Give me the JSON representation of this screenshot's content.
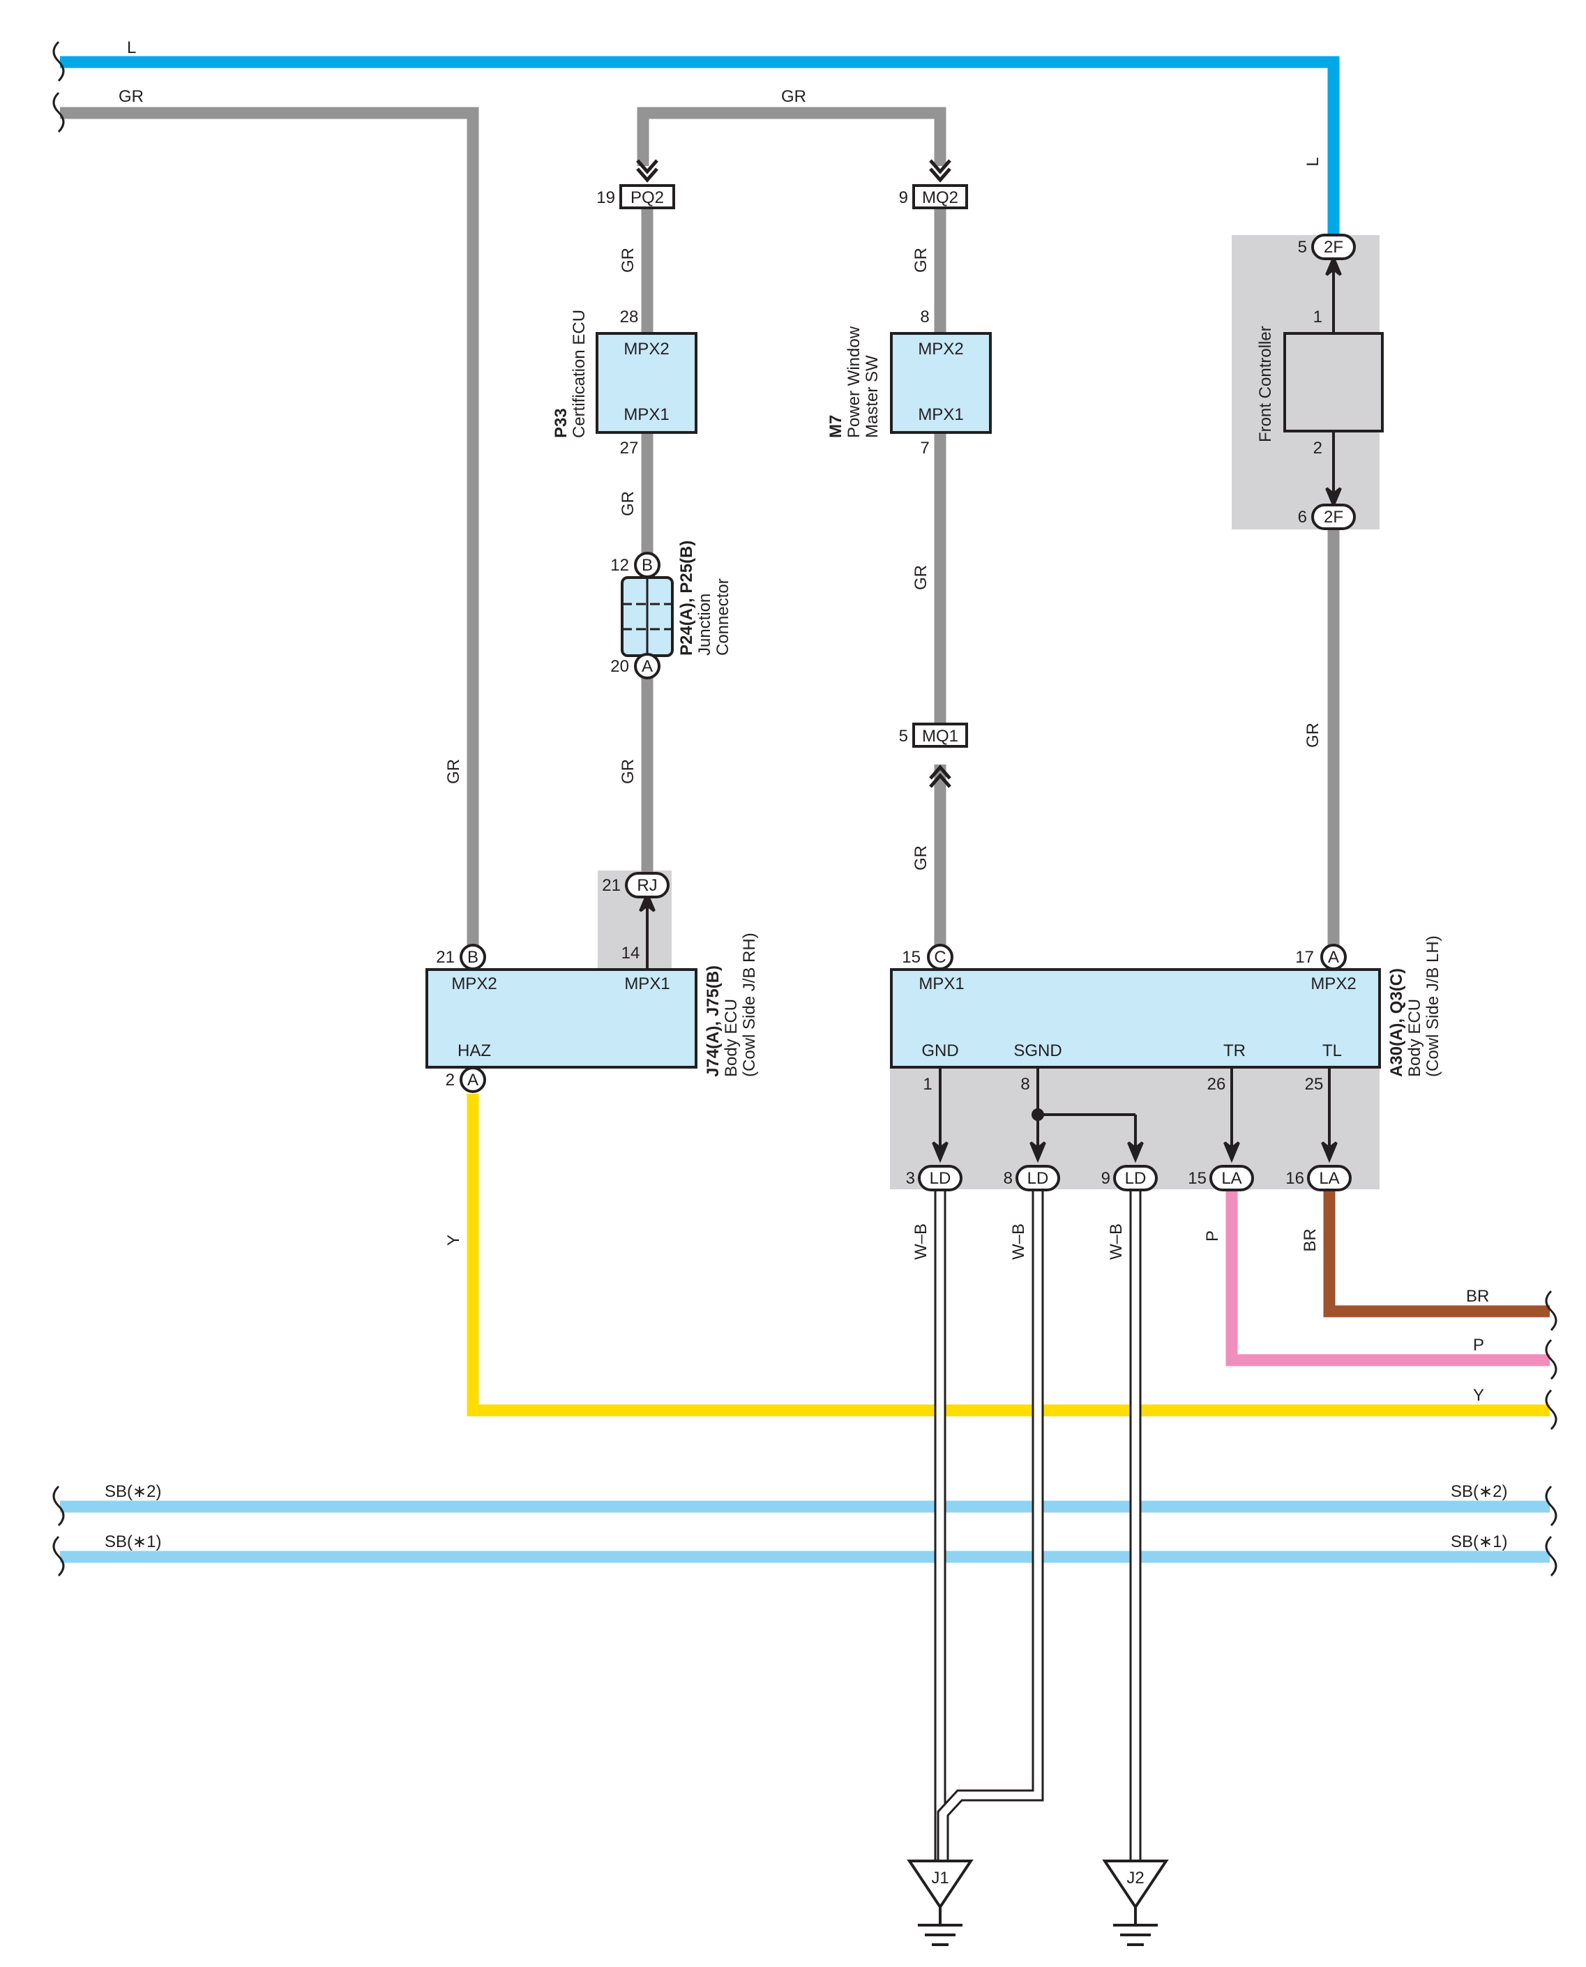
{
  "colors": {
    "L": "#00a8e8",
    "GR": "#949494",
    "Y": "#ffdd00",
    "SB": "#8fd3f2",
    "BR": "#a0522d",
    "P": "#f08ebc",
    "WB_fill": "#ffffff",
    "ecu_fill": "#c7e9f8",
    "shade": "#d3d3d5",
    "stroke": "#231f20"
  },
  "wires": {
    "L_top": "L",
    "GR_top_left": "GR",
    "GR_top_mid": "GR",
    "L_right_vert": "L",
    "GR_pq2_below": "GR",
    "GR_p33_below": "GR",
    "GR_p24_below": "GR",
    "GR_left_vert": "GR",
    "GR_mq2_below": "GR",
    "GR_m7_below": "GR",
    "GR_mq1_below": "GR",
    "GR_fc_below": "GR",
    "Y_left_vert": "Y",
    "WB1": "W–B",
    "WB2": "W–B",
    "WB3": "W–B",
    "P_vert": "P",
    "BR_vert": "BR",
    "BR_right": "BR",
    "P_right": "P",
    "Y_right": "Y",
    "SB2_left": "SB(∗2)",
    "SB2_right": "SB(∗2)",
    "SB1_left": "SB(∗1)",
    "SB1_right": "SB(∗1)"
  },
  "connectors": {
    "pq2": {
      "code": "PQ2",
      "pin": "19"
    },
    "mq2": {
      "code": "MQ2",
      "pin": "9"
    },
    "mq1": {
      "code": "MQ1",
      "pin": "5"
    },
    "fc_in": {
      "code": "2F",
      "pin": "5"
    },
    "fc_out": {
      "code": "2F",
      "pin": "6"
    },
    "rj": {
      "code": "RJ",
      "pin": "21"
    },
    "p24_b": {
      "code": "B",
      "pin": "12"
    },
    "p24_a": {
      "code": "A",
      "pin": "20"
    },
    "j74_b": {
      "code": "B",
      "pin": "21"
    },
    "j74_a": {
      "code": "A",
      "pin": "2"
    },
    "a30_c": {
      "code": "C",
      "pin": "15"
    },
    "a30_a": {
      "code": "A",
      "pin": "17"
    },
    "ld3": {
      "code": "LD",
      "pin": "3"
    },
    "ld8": {
      "code": "LD",
      "pin": "8"
    },
    "ld9": {
      "code": "LD",
      "pin": "9"
    },
    "la15": {
      "code": "LA",
      "pin": "15"
    },
    "la16": {
      "code": "LA",
      "pin": "16"
    }
  },
  "components": {
    "p33": {
      "code": "P33",
      "name": "Certification ECU",
      "term_top": "MPX2",
      "term_bot": "MPX1",
      "pin_top": "28",
      "pin_bot": "27"
    },
    "m7": {
      "code": "M7",
      "name1": "Power Window",
      "name2": "Master SW",
      "term_top": "MPX2",
      "term_bot": "MPX1",
      "pin_top": "8",
      "pin_bot": "7"
    },
    "front_controller": {
      "name": "Front Controller",
      "pin_top": "1",
      "pin_bot": "2"
    },
    "p24": {
      "code": "P24(A), P25(B)",
      "name1": "Junction",
      "name2": "Connector"
    },
    "j74": {
      "code": "J74(A), J75(B)",
      "name1": "Body ECU",
      "name2": "(Cowl Side J/B RH)",
      "term_mpx2": "MPX2",
      "term_mpx1": "MPX1",
      "term_haz": "HAZ",
      "pin_mpx1": "14"
    },
    "a30": {
      "code": "A30(A), Q3(C)",
      "name1": "Body ECU",
      "name2": "(Cowl Side J/B LH)",
      "term_mpx1": "MPX1",
      "term_mpx2": "MPX2",
      "term_gnd": "GND",
      "term_sgnd": "SGND",
      "term_tr": "TR",
      "term_tl": "TL",
      "pin_gnd": "1",
      "pin_sgnd": "8",
      "pin_tr": "26",
      "pin_tl": "25"
    },
    "j1": {
      "label": "J1"
    },
    "j2": {
      "label": "J2"
    }
  }
}
